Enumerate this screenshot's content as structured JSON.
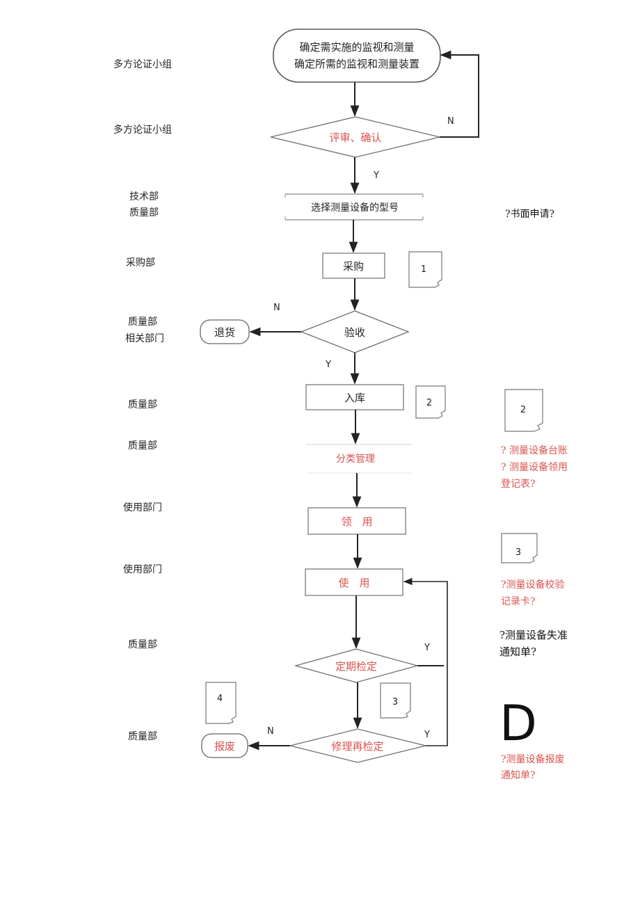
{
  "colors": {
    "red_text": "#d9534f",
    "stroke": "#6e6e6e",
    "arrow": "#222222"
  },
  "nodes": {
    "start": {
      "line1": "确定需实施的监视和测量",
      "line2": "确定所需的监视和测量装置"
    },
    "review": "评审、确认",
    "select": "选择测量设备的型号",
    "purchase": "采购",
    "accept": "验收",
    "return": "退货",
    "store": "入库",
    "classify": "分类管理",
    "receive": "领　用",
    "use": "使　用",
    "periodic": "定期检定",
    "repair": "修理再检定",
    "scrap": "报废"
  },
  "edges": {
    "review_no": "N",
    "review_yes": "Y",
    "accept_no": "N",
    "accept_yes": "Y",
    "periodic_yes": "Y",
    "repair_no": "N",
    "repair_yes": "Y"
  },
  "doc_icons": {
    "d1": "1",
    "d2": "2",
    "d2r": "2",
    "d3r": "3",
    "d3": "3",
    "d4": "4"
  },
  "departments": [
    "多方论证小组",
    "多方论证小组",
    "技术部",
    "质量部",
    "采购部",
    "质量部",
    "相关部门",
    "质量部",
    "质量部",
    "使用部门",
    "使用部门",
    "质量部",
    "质量部"
  ],
  "notes": {
    "written_request": "?书面申请?",
    "ledger_1": "? 测量设备台账",
    "ledger_2": "? 测量设备领用",
    "ledger_3": "登记表?",
    "calibration_1": "?测量设备校验",
    "calibration_2": "记录卡?",
    "inaccuracy_1": "?测量设备失准",
    "inaccuracy_2": "通知单?",
    "scrap_notice_1": "?测量设备报废",
    "scrap_notice_2": "通知单?",
    "big_letter": "D"
  }
}
